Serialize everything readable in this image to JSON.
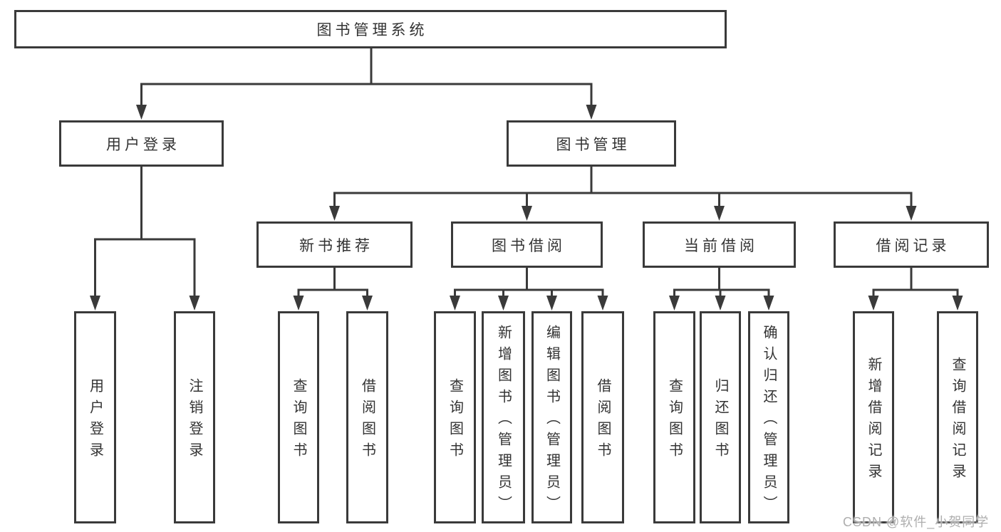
{
  "diagram_type": "hierarchy",
  "tree": {
    "label": "图书管理系统",
    "children": [
      {
        "label": "用户登录",
        "children": [
          {
            "label": "用户登录"
          },
          {
            "label": "注销登录"
          }
        ]
      },
      {
        "label": "图书管理",
        "children": [
          {
            "label": "新书推荐",
            "children": [
              {
                "label": "查询图书"
              },
              {
                "label": "借阅图书"
              }
            ]
          },
          {
            "label": "图书借阅",
            "children": [
              {
                "label": "查询图书"
              },
              {
                "label": "新增图书（管理员）"
              },
              {
                "label": "编辑图书（管理员）"
              },
              {
                "label": "借阅图书"
              }
            ]
          },
          {
            "label": "当前借阅",
            "children": [
              {
                "label": "查询图书"
              },
              {
                "label": "归还图书"
              },
              {
                "label": "确认归还（管理员）"
              }
            ]
          },
          {
            "label": "借阅记录",
            "children": [
              {
                "label": "新增借阅记录"
              },
              {
                "label": "查询借阅记录"
              }
            ]
          }
        ]
      }
    ]
  },
  "watermark": {
    "text": "CSDN @软件_小贺同学"
  },
  "colors": {
    "line": "#3a3a3a",
    "text": "#333333",
    "watermark": "#aeaeae",
    "background": "#ffffff"
  }
}
